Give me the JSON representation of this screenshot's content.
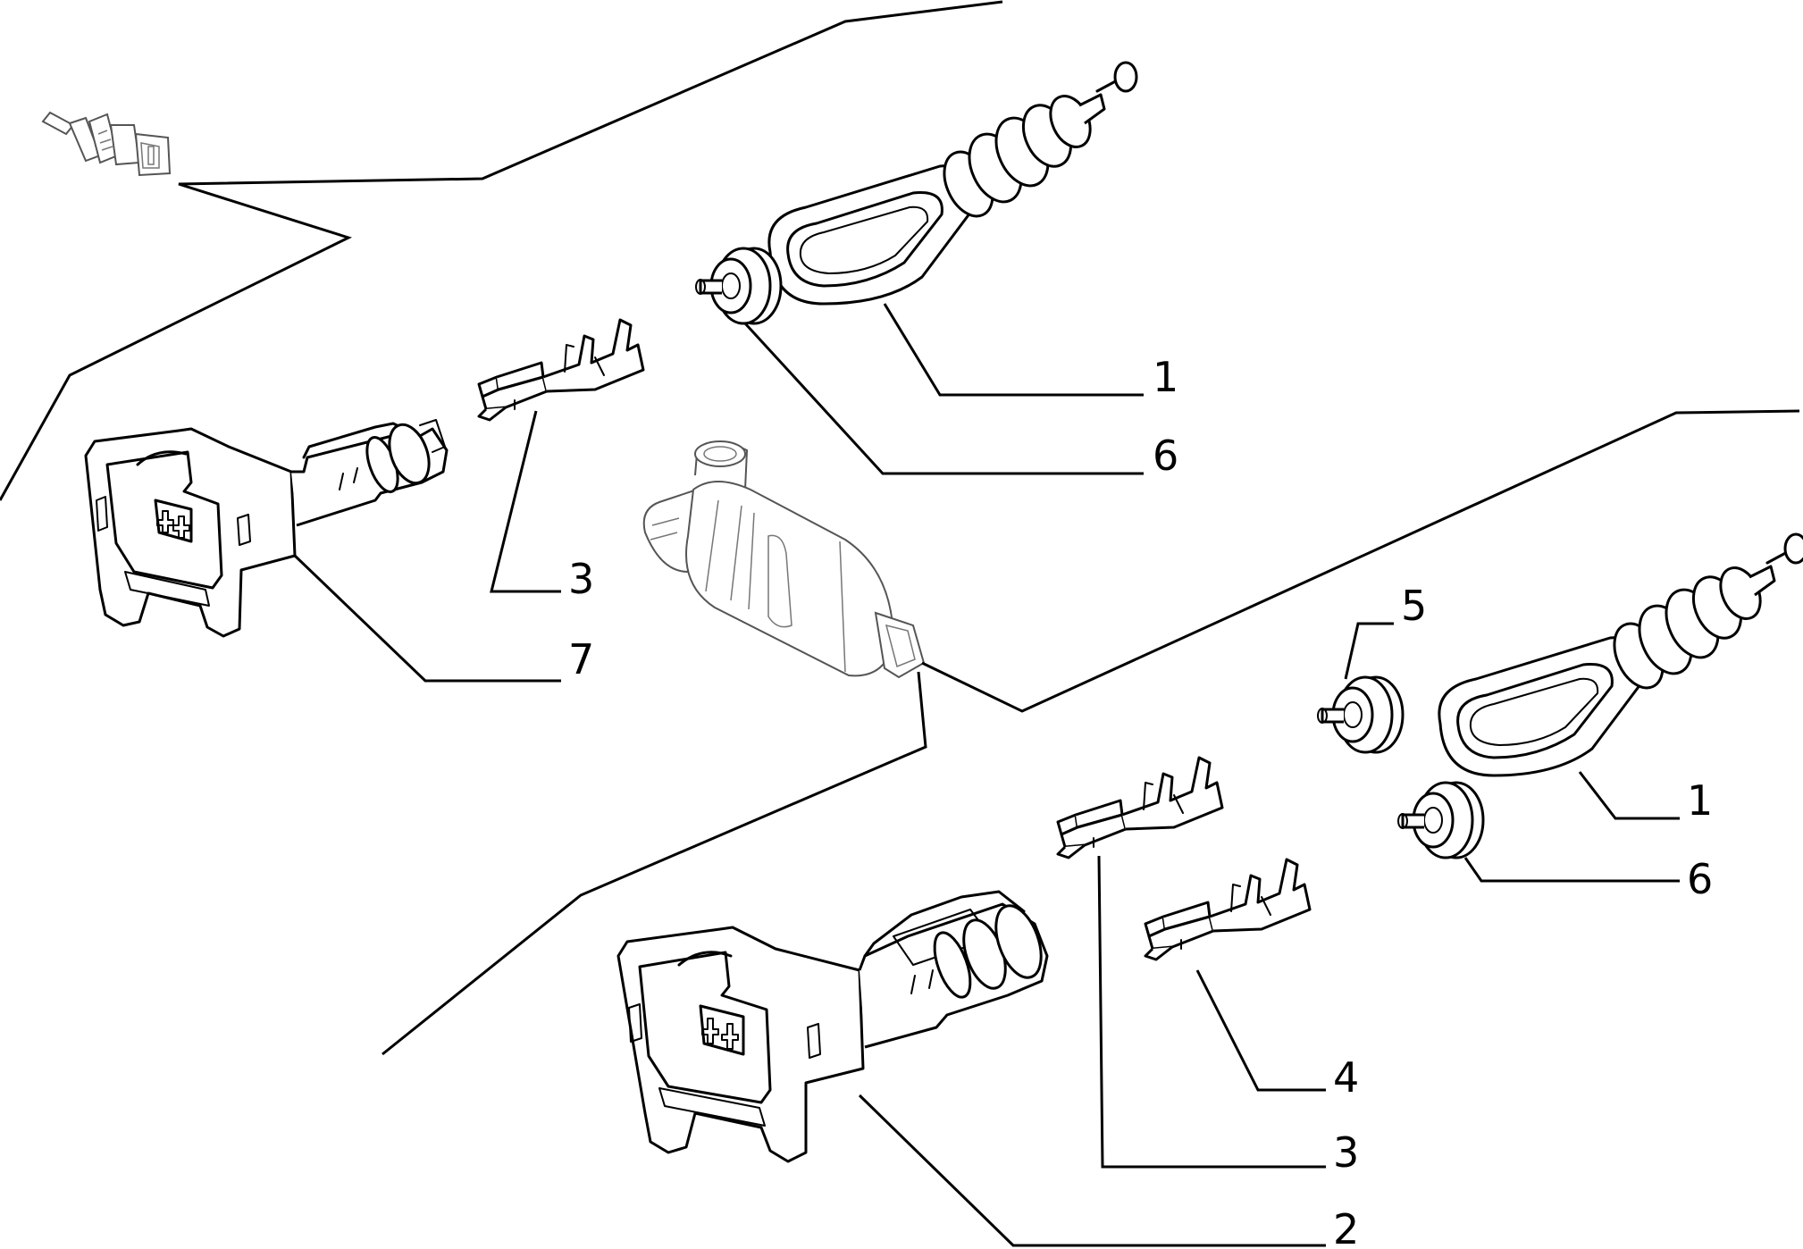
{
  "callouts": [
    {
      "id": "c1a",
      "label": "1"
    },
    {
      "id": "c6a",
      "label": "6"
    },
    {
      "id": "c3a",
      "label": "3"
    },
    {
      "id": "c7",
      "label": "7"
    },
    {
      "id": "c5",
      "label": "5"
    },
    {
      "id": "c1b",
      "label": "1"
    },
    {
      "id": "c6b",
      "label": "6"
    },
    {
      "id": "c4",
      "label": "4"
    },
    {
      "id": "c3b",
      "label": "3"
    },
    {
      "id": "c2",
      "label": "2"
    }
  ]
}
